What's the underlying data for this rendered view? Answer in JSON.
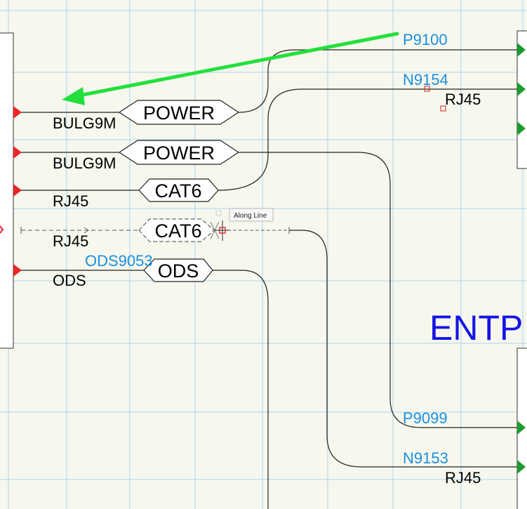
{
  "colors": {
    "background": "#f7f7ee",
    "grid": "#a9d6f0",
    "wire": "#222222",
    "port_arrow_left": "#e8262b",
    "port_arrow_right": "#1a9b2d",
    "blue_label": "#1a8fe0",
    "title_blue": "#1414e6",
    "annotation_arrow": "#22e03c",
    "snap_marker": "#d01f1f"
  },
  "left_ports": [
    {
      "cable": "BULG9M",
      "tag": "POWER"
    },
    {
      "cable": "BULG9M",
      "tag": "POWER"
    },
    {
      "cable": "RJ45",
      "tag": "CAT6"
    },
    {
      "cable": "RJ45",
      "tag": "CAT6"
    },
    {
      "cable": "ODS",
      "tag": "ODS"
    }
  ],
  "labels": {
    "p9100": "P9100",
    "n9154": "N9154",
    "rj45_top": "RJ45",
    "ods9053": "ODS9053",
    "p9099": "P9099",
    "n9153": "N9153",
    "rj45_bottom": "RJ45",
    "device_title": "ENTP",
    "tooltip": "Along Line"
  },
  "icons": {
    "annotation": "arrow-pointer-icon",
    "snap": "crosshair-icon",
    "port_in": "triangle-right-icon"
  }
}
